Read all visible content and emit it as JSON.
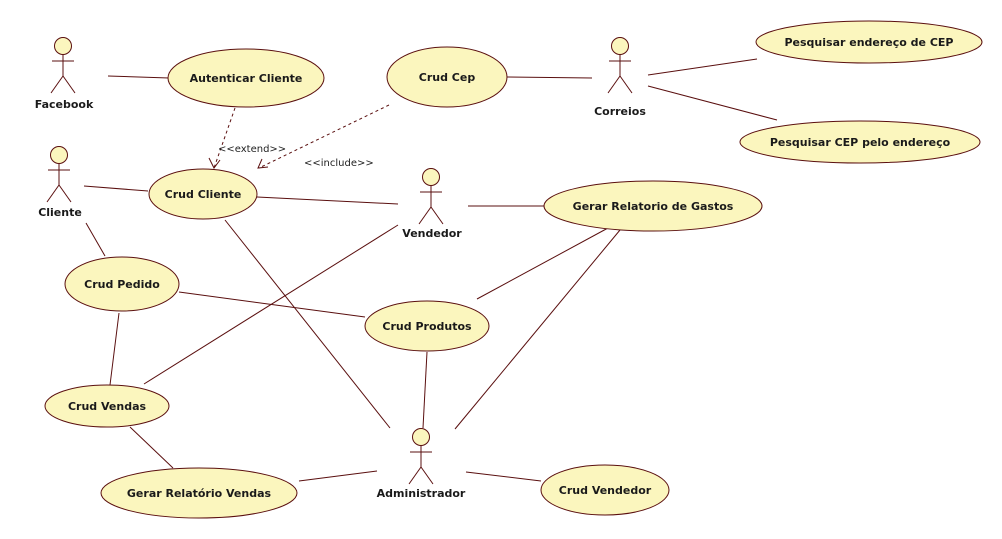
{
  "colors": {
    "usecase_fill": "#fbf6be",
    "line": "#5a0f0f",
    "text": "#1a1a1a"
  },
  "actors": {
    "facebook": "Facebook",
    "cliente": "Cliente",
    "correios": "Correios",
    "vendedor": "Vendedor",
    "administrador": "Administrador"
  },
  "use_cases": {
    "autenticar_cliente": "Autenticar Cliente",
    "crud_cep": "Crud Cep",
    "pesquisar_endereco_cep": "Pesquisar endereço de CEP",
    "pesquisar_cep_endereco": "Pesquisar CEP pelo endereço",
    "crud_cliente": "Crud Cliente",
    "gerar_relatorio_gastos": "Gerar Relatorio de Gastos",
    "crud_pedido": "Crud Pedido",
    "crud_produtos": "Crud Produtos",
    "crud_vendas": "Crud Vendas",
    "gerar_relatorio_vendas": "Gerar Relatório Vendas",
    "crud_vendedor": "Crud Vendedor"
  },
  "relationships": {
    "extend": "<<extend>>",
    "include": "<<include>>"
  }
}
